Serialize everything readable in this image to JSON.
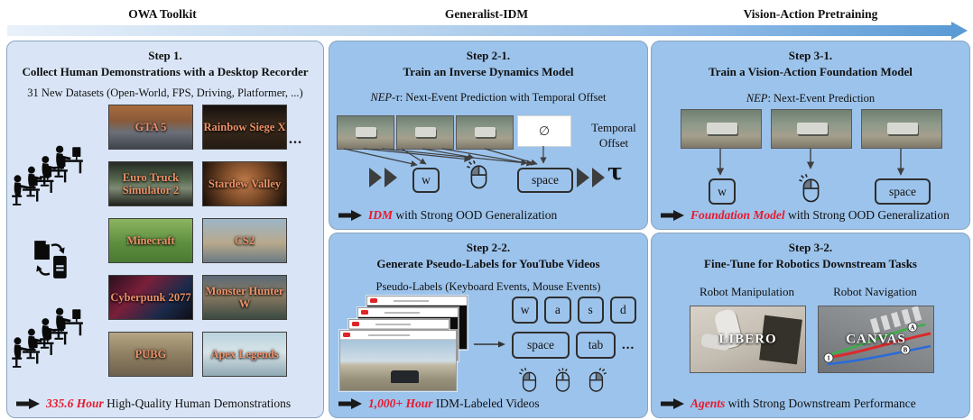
{
  "colors": {
    "accent_red": "#e8192d",
    "panel_light_blue": "#d9e5f6",
    "panel_medium_blue": "#9cc3eb",
    "timeline_arrow_blue": "#5b9bd5",
    "game_label_orange": "#eb9168"
  },
  "header": {
    "titles": [
      "OWA Toolkit",
      "Generalist-IDM",
      "Vision-Action Pretraining"
    ]
  },
  "step1": {
    "title1": "Step 1.",
    "title2": "Collect Human Demonstrations with a Desktop Recorder",
    "subtitle": "31 New Datasets (Open-World, FPS, Driving, Platformer, ...)",
    "games": [
      "GTA 5",
      "Rainbow Siege X",
      "Euro Truck Simulator 2",
      "Stardew Valley",
      "Minecraft",
      "CS2",
      "Cyberpunk 2077",
      "Monster Hunter W",
      "PUBG",
      "Apex Legends"
    ],
    "more": "...",
    "result_highlight": "335.6 Hour",
    "result_rest": " High-Quality Human Demonstrations"
  },
  "step21": {
    "title1": "Step 2-1.",
    "title2": "Train an Inverse Dynamics Model",
    "subtitle_em": "NEP-τ",
    "subtitle_rest": ": Next-Event Prediction with Temporal Offset",
    "empty_symbol": "∅",
    "key_w": "w",
    "key_space": "space",
    "temporal_offset_label": "Temporal Offset",
    "tau": "τ",
    "result_highlight": "IDM",
    "result_rest": " with Strong OOD Generalization"
  },
  "step22": {
    "title1": "Step 2-2.",
    "title2": "Generate Pseudo-Labels for YouTube Videos",
    "subtitle": "Pseudo-Labels (Keyboard Events, Mouse Events)",
    "keys_row1": [
      "w",
      "a",
      "s",
      "d"
    ],
    "key_space": "space",
    "key_tab": "tab",
    "more": "...",
    "result_highlight": "1,000+ Hour",
    "result_rest": " IDM-Labeled Videos"
  },
  "step31": {
    "title1": "Step 3-1.",
    "title2": "Train a Vision-Action Foundation Model",
    "subtitle_em": "NEP",
    "subtitle_rest": ": Next-Event Prediction",
    "key_w": "w",
    "key_space": "space",
    "result_highlight": "Foundation Model",
    "result_rest": " with Strong OOD Generalization"
  },
  "step32": {
    "title1": "Step 3-2.",
    "title2": "Fine-Tune for Robotics Downstream Tasks",
    "task_labels": [
      "Robot Manipulation",
      "Robot Navigation"
    ],
    "image_labels": [
      "LIBERO",
      "CANVAS"
    ],
    "result_highlight": "Agents",
    "result_rest": " with Strong Downstream Performance"
  }
}
